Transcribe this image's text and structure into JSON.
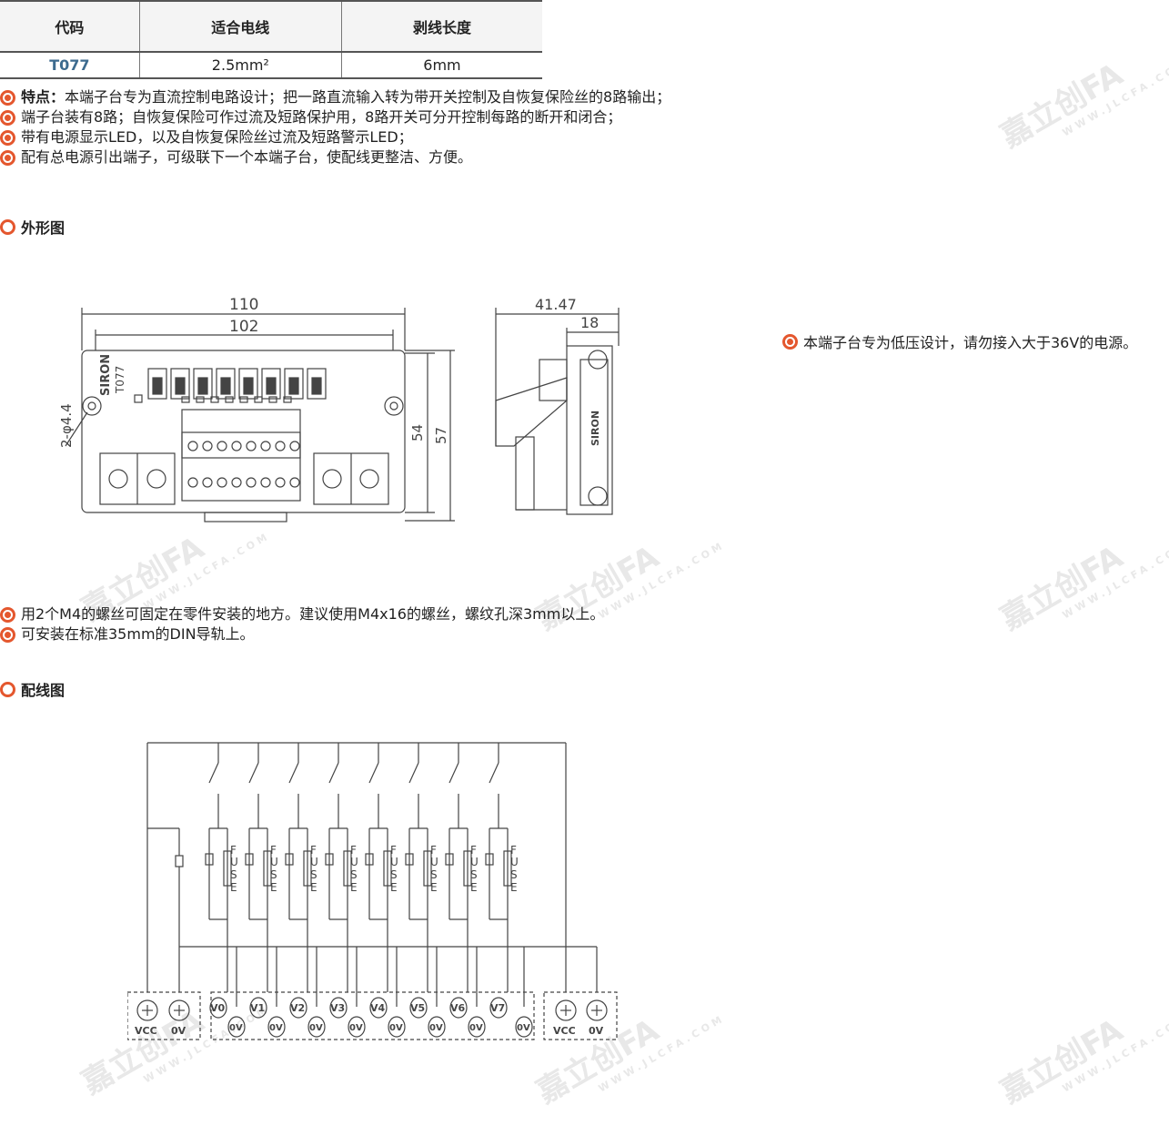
{
  "table": {
    "headers": [
      "代码",
      "适合电线",
      "剥线长度"
    ],
    "rows": [
      [
        "T077",
        "2.5mm²",
        "6mm"
      ]
    ]
  },
  "features": {
    "label": "特点：",
    "items": [
      "本端子台专为直流控制电路设计；把一路直流输入转为带开关控制及自恢复保险丝的8路输出；",
      "端子台装有8路；自恢复保险可作过流及短路保护用，8路开关可分开控制每路的断开和闭合；",
      "带有电源显示LED，以及自恢复保险丝过流及短路警示LED；",
      "配有总电源引出端子，可级联下一个本端子台，使配线更整洁、方便。"
    ]
  },
  "outline": {
    "heading": "外形图",
    "dims": {
      "w_outer": "110",
      "w_inner": "102",
      "h_inner": "54",
      "h_outer": "57",
      "hole": "2-φ4.4",
      "side_w": "41.47",
      "side_rail": "18"
    },
    "brand": "SIRON",
    "model": "T077",
    "note": "本端子台专为低压设计，请勿接入大于36V的电源。"
  },
  "mounting": [
    "用2个M4的螺丝可固定在零件安装的地方。建议使用M4x16的螺丝，螺纹孔深3mm以上。",
    "可安装在标准35mm的DIN导轨上。"
  ],
  "wiring": {
    "heading": "配线图",
    "fuse_letters": [
      "F",
      "U",
      "S",
      "E"
    ],
    "outputs": [
      "V0",
      "V1",
      "V2",
      "V3",
      "V4",
      "V5",
      "V6",
      "V7"
    ],
    "zero": "0V",
    "vcc": "VCC",
    "ov": "0V"
  },
  "watermark": {
    "text": "嘉立创FA",
    "sub": "WWW.JLCFA.COM"
  }
}
